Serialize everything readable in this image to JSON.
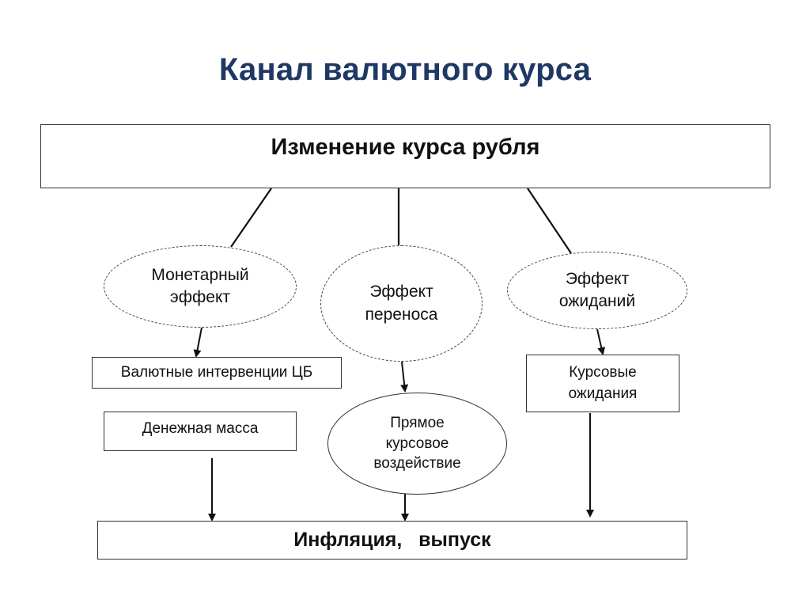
{
  "title": "Канал валютного курса",
  "nodes": {
    "top": "Изменение курса рубля",
    "monetary": "Монетарный\nэффект",
    "transfer": "Эффект\nпереноса",
    "expectations": "Эффект\nожиданий",
    "interventions": "Валютные интервенции ЦБ",
    "money_supply": "Денежная масса",
    "direct_impact": "Прямое\nкурсовое\nвоздействие",
    "fx_expectations": "Курсовые\nожидания",
    "bottom": "Инфляция,   выпуск"
  }
}
